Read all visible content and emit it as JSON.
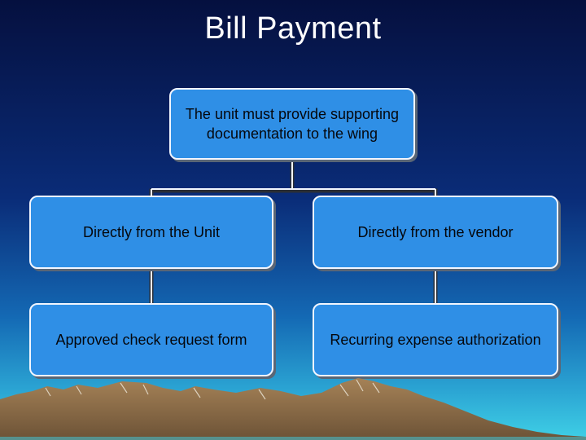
{
  "title": "Bill Payment",
  "nodes": {
    "root": "The unit must provide supporting\ndocumentation to the wing",
    "unit": "Directly from the Unit",
    "vendor": "Directly from the vendor",
    "check_request": "Approved check request form",
    "recurring": "Recurring expense authorization"
  },
  "colors": {
    "box_fill": "#2f8fe6",
    "box_border": "#f2f6ff",
    "connector": "#f2f6ff",
    "title": "#ffffff",
    "mountain": "#8a6a45"
  }
}
